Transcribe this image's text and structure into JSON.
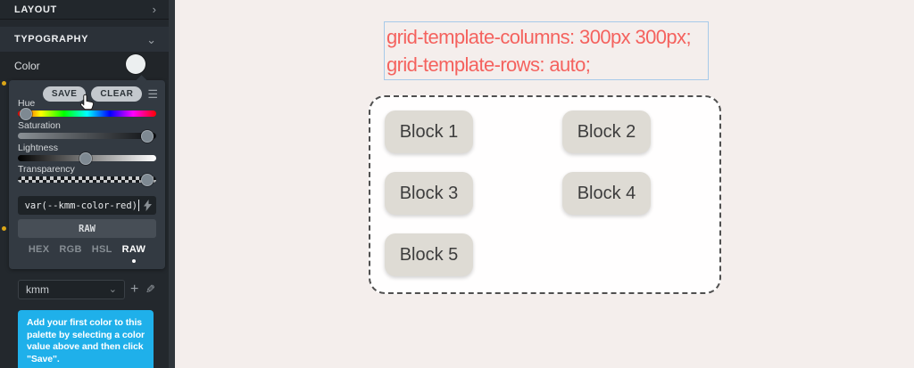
{
  "colors": {
    "sidebar_bg": "#23282d",
    "panel_bg": "#333a42",
    "accent_blue": "#1fb0ea",
    "modified_dot_yellow": "#dba617",
    "code_text_red": "#f4625e",
    "code_box_border_blue": "#a7cae9",
    "canvas_bg": "#f4eeec",
    "block_bg": "#dedbd4"
  },
  "icons": {
    "hamburger": "☰",
    "chevron_right": "›",
    "chevron_down": "⌄",
    "plus": "+",
    "pencil": "✎"
  },
  "sidebar": {
    "sections": [
      {
        "label": "LAYOUT"
      },
      {
        "label": "TYPOGRAPHY"
      }
    ],
    "color_row": {
      "label": "Color"
    },
    "picker": {
      "save_label": "SAVE",
      "clear_label": "CLEAR",
      "sliders": [
        {
          "label": "Hue"
        },
        {
          "label": "Saturation"
        },
        {
          "label": "Lightness"
        },
        {
          "label": "Transparency"
        }
      ],
      "value_input": {
        "value": "var(--kmm-color-red)"
      },
      "raw_button": "RAW",
      "format_tabs": [
        {
          "label": "HEX"
        },
        {
          "label": "RGB"
        },
        {
          "label": "HSL"
        },
        {
          "label": "RAW"
        }
      ],
      "active_tab": "RAW"
    },
    "palette": {
      "selected_name": "kmm"
    },
    "notice": "Add your first color to this palette by selecting a color value above and then click \"Save\"."
  },
  "canvas": {
    "code_lines": [
      "grid-template-columns: 300px 300px;",
      "grid-template-rows: auto;"
    ],
    "blocks": [
      {
        "label": "Block 1"
      },
      {
        "label": "Block 2"
      },
      {
        "label": "Block 3"
      },
      {
        "label": "Block 4"
      },
      {
        "label": "Block 5"
      }
    ]
  }
}
